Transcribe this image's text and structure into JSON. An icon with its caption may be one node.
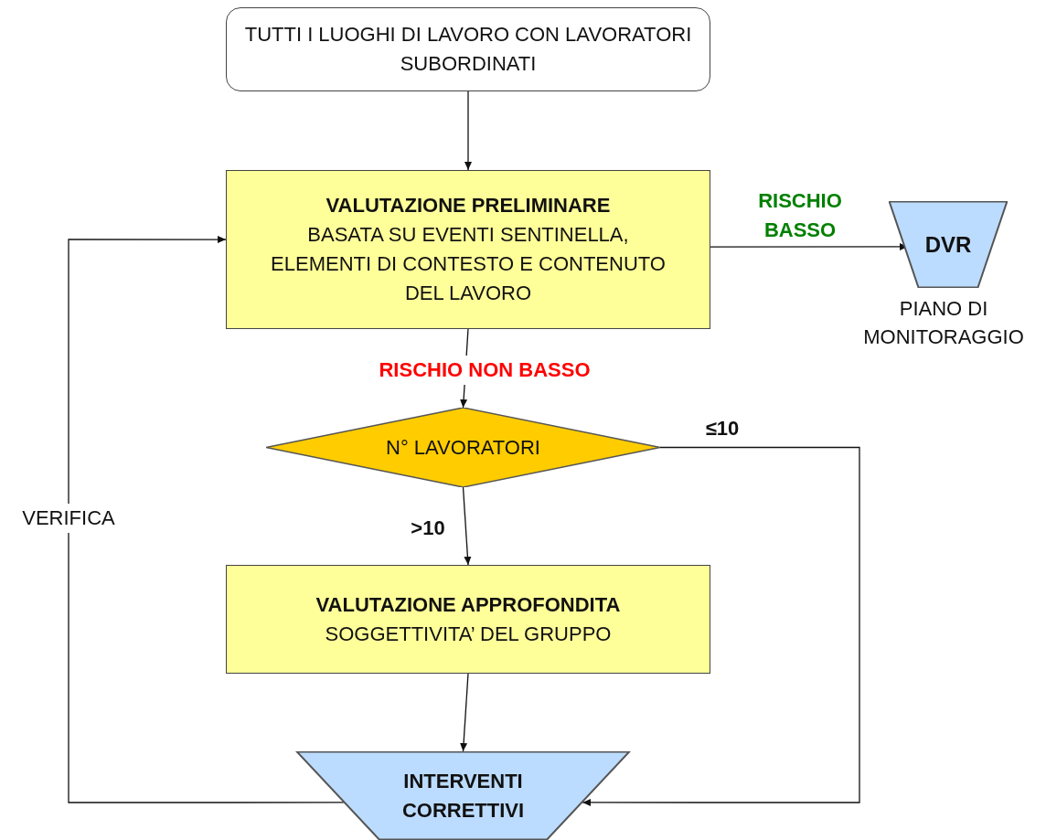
{
  "diagram": {
    "nodes": [
      {
        "text": [
          "TUTTI I LUOGHI DI LAVORO CON LAVORATORI SUBORDINATI"
        ]
      },
      {
        "text": [
          "VALUTAZIONE PRELIMINARE",
          "BASATA SU EVENTI SENTINELLA, ELEMENTI DI CONTESTO E CONTENUTO DEL LAVORO"
        ]
      },
      {
        "text": [
          "DVR"
        ],
        "beside": [
          "PIANO DI MONITORAGGIO"
        ]
      },
      {
        "text": [
          "N° LAVORATORI"
        ]
      },
      {
        "text": [
          "VALUTAZIONE APPROFONDITA",
          "SOGGETTIVITA’ DEL GRUPPO"
        ]
      },
      {
        "text": [
          "INTERVENTI CORRETTIVI"
        ]
      }
    ],
    "edges": [
      {
        "from": 0,
        "to": 1,
        "arrow": "to"
      },
      {
        "from": 1,
        "to": 2,
        "arrow": "to",
        "label": "RISCHIO BASSO"
      },
      {
        "from": 1,
        "to": 3,
        "arrow": "to",
        "label": "RISCHIO NON BASSO"
      },
      {
        "from": 3,
        "to": 4,
        "arrow": "to",
        "label": ">10"
      },
      {
        "from": 3,
        "to": 5,
        "arrow": "to",
        "label": "≤10"
      },
      {
        "from": 4,
        "to": 5,
        "arrow": "to"
      },
      {
        "from": 5,
        "to": 1,
        "arrow": "to",
        "label": "VERIFICA"
      }
    ]
  }
}
